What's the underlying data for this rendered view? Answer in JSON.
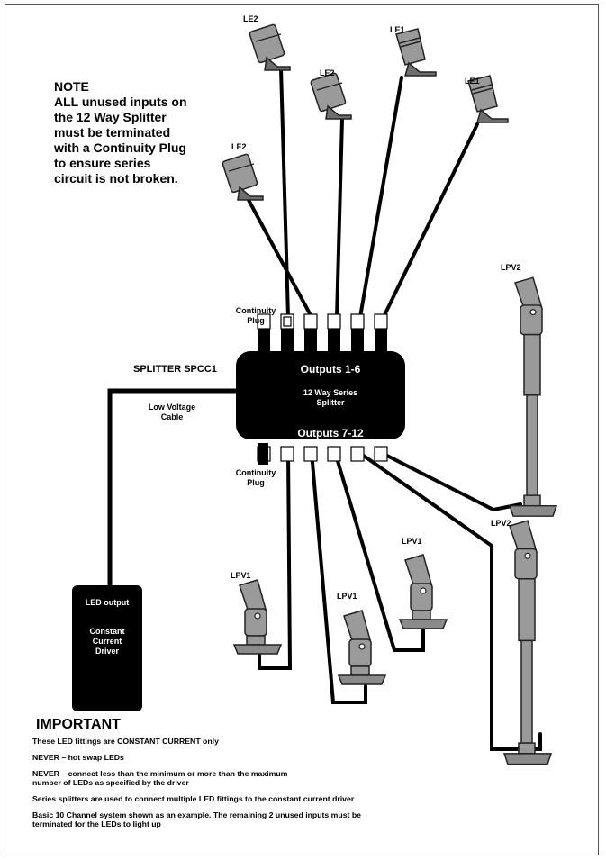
{
  "note": {
    "heading": "NOTE",
    "body": "ALL unused inputs on\nthe 12 Way Splitter\nmust be terminated\nwith a Continuity Plug\nto ensure series\ncircuit is not broken."
  },
  "fitting_labels": {
    "le2_top": "LE2",
    "le1_top": "LE1",
    "le2_mid": "LE2",
    "le1_mid": "LE1",
    "le2_left": "LE2",
    "lpv2_top": "LPV2",
    "lpv2_bottom": "LPV2",
    "lpv1_left": "LPV1",
    "lpv1_mid": "LPV1",
    "lpv1_right": "LPV1"
  },
  "splitter": {
    "title": "SPLITTER SPCC1",
    "outputs_top": "Outputs 1-6",
    "outputs_bottom": "Outputs 7-12",
    "description": "12 Way Series\nSplitter",
    "continuity_plug_top": "Continuity\nPlug",
    "continuity_plug_bottom": "Continuity\nPlug"
  },
  "cable_label": "Low Voltage\nCable",
  "driver": {
    "output_label": "LED output",
    "name": "Constant\nCurrent\nDriver"
  },
  "important": {
    "heading": "IMPORTANT",
    "lines": [
      "These LED fittings are CONSTANT CURRENT only",
      "NEVER – hot swap LEDs",
      "NEVER – connect less than the minimum or more than the maximum\nnumber of LEDs as specified by the driver",
      "Series splitters are used to connect multiple LED fittings to the constant current driver",
      "Basic 10 Channel system shown as an example. The remaining 2 unused inputs must be\nterminated for the LEDs to light up"
    ]
  },
  "colors": {
    "fitting_fill": "#9a9a9a",
    "fitting_dark": "#6e6e6e",
    "splitter_fill": "#000000",
    "cable": "#000000"
  }
}
